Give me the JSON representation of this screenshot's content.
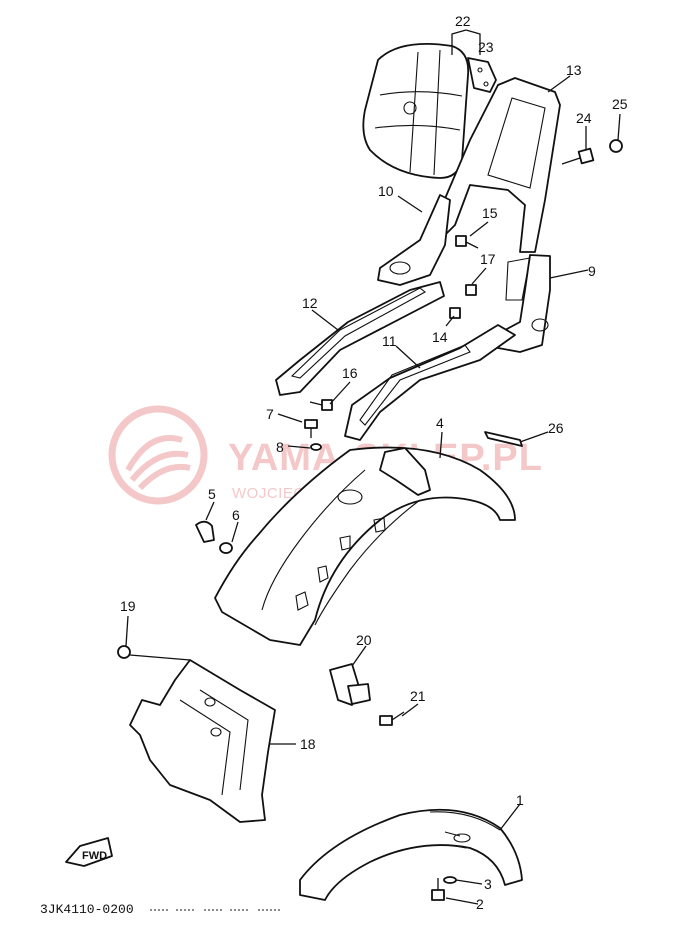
{
  "watermark": {
    "main": "YAMA-SKLEP.PL",
    "sub": "WOJCIECHOWICZ DEALER YAMAHA",
    "logo": "yamaha-tuning-fork-logo"
  },
  "diagram_code": "3JK4110-0200",
  "fwd_label": "FWD",
  "callouts": [
    "1",
    "2",
    "3",
    "4",
    "5",
    "6",
    "7",
    "8",
    "9",
    "10",
    "11",
    "12",
    "13",
    "14",
    "15",
    "16",
    "17",
    "18",
    "19",
    "20",
    "21",
    "22",
    "23",
    "24",
    "25",
    "26"
  ]
}
